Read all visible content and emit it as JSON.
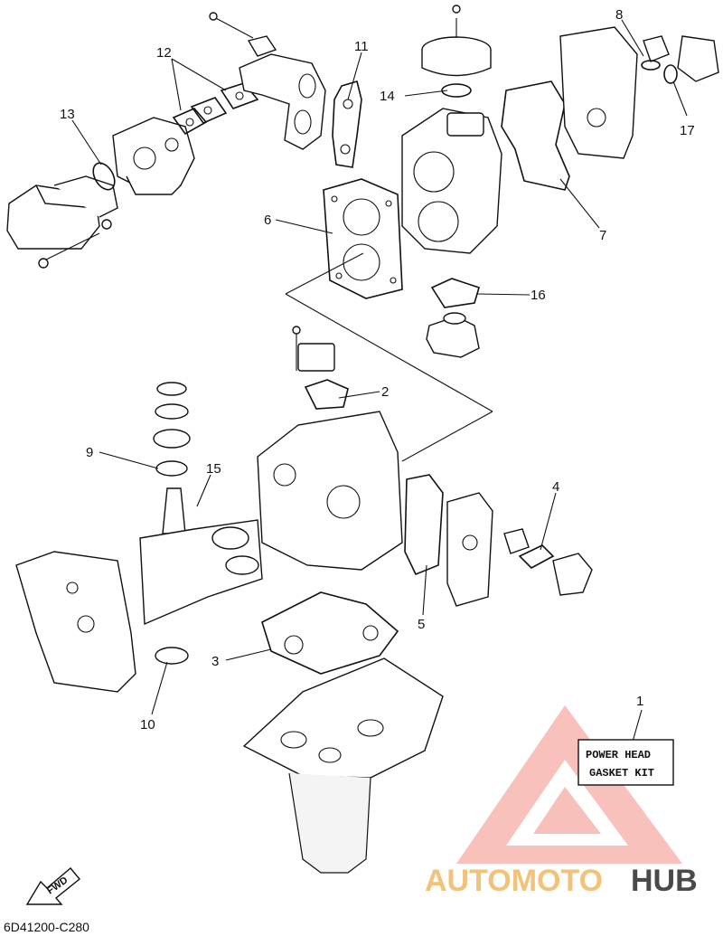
{
  "callouts": {
    "c1": "1",
    "c2": "2",
    "c3": "3",
    "c4": "4",
    "c5": "5",
    "c6": "6",
    "c7": "7",
    "c8": "8",
    "c9": "9",
    "c10": "10",
    "c11": "11",
    "c12": "12",
    "c13": "13",
    "c14": "14",
    "c15": "15",
    "c16": "16",
    "c17": "17"
  },
  "kit_label": {
    "line1": "POWER HEAD",
    "line2": "GASKET KIT"
  },
  "fwd_label": "FWD",
  "diagram_code": "6D41200-C280",
  "watermark": {
    "part1": "AUTOMOTO",
    "part2": "HUB",
    "color_primary": "#f07a6e",
    "color_secondary": "#f3c27a",
    "color_dark": "#4a4a4a"
  }
}
